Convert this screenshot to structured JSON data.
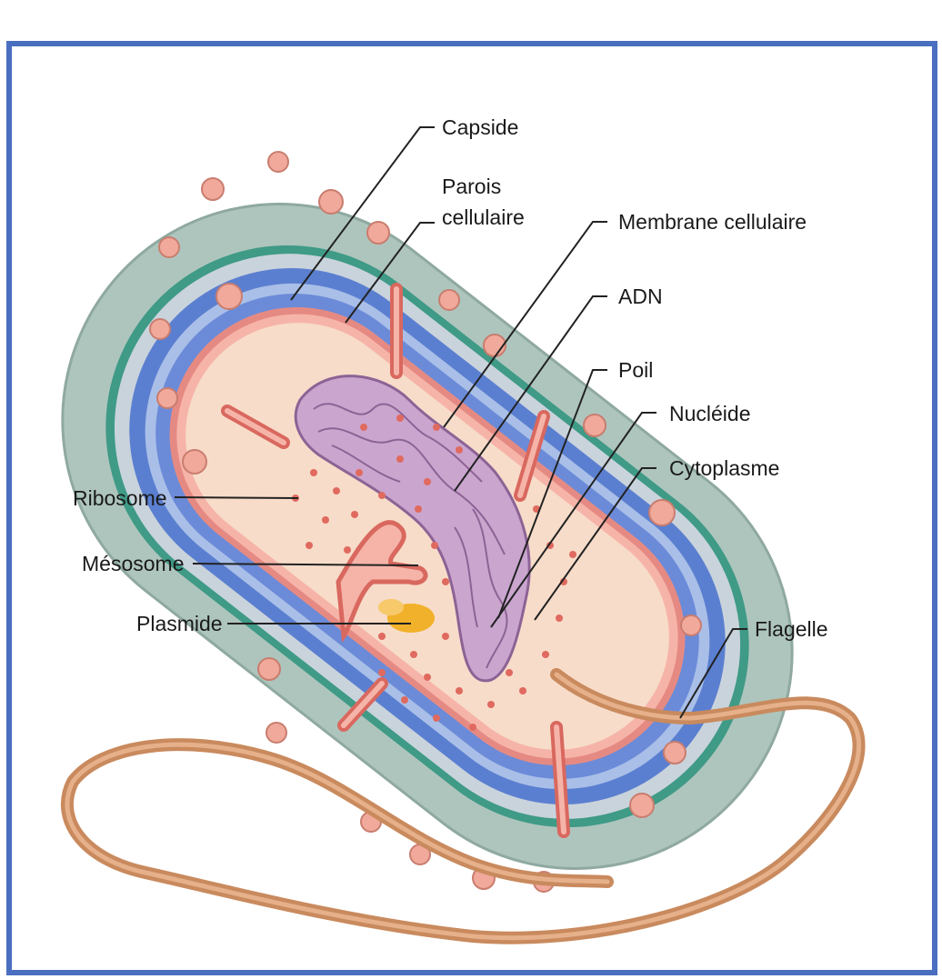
{
  "colors": {
    "frame": "#4a6fc0",
    "capsule": "#aec5bd",
    "wall_green": "#3f9a86",
    "wall_blue": "#5b7fd0",
    "membrane": "#e58a83",
    "cytoplasm": "#f7dcc9",
    "dna": "#b58ab8",
    "flagellum": "#c98a5e",
    "plasmid": "#f2b12a",
    "pili": "#f0a99a"
  },
  "labels": {
    "capside": "Capside",
    "parois_1": "Parois",
    "parois_2": "cellulaire",
    "membrane": "Membrane cellulaire",
    "adn": "ADN",
    "poil": "Poil",
    "nucleide": "Nucléide",
    "cytoplasme": "Cytoplasme",
    "ribosome": "Ribosome",
    "mesosome": "Mésosome",
    "plasmide": "Plasmide",
    "flagelle": "Flagelle"
  }
}
